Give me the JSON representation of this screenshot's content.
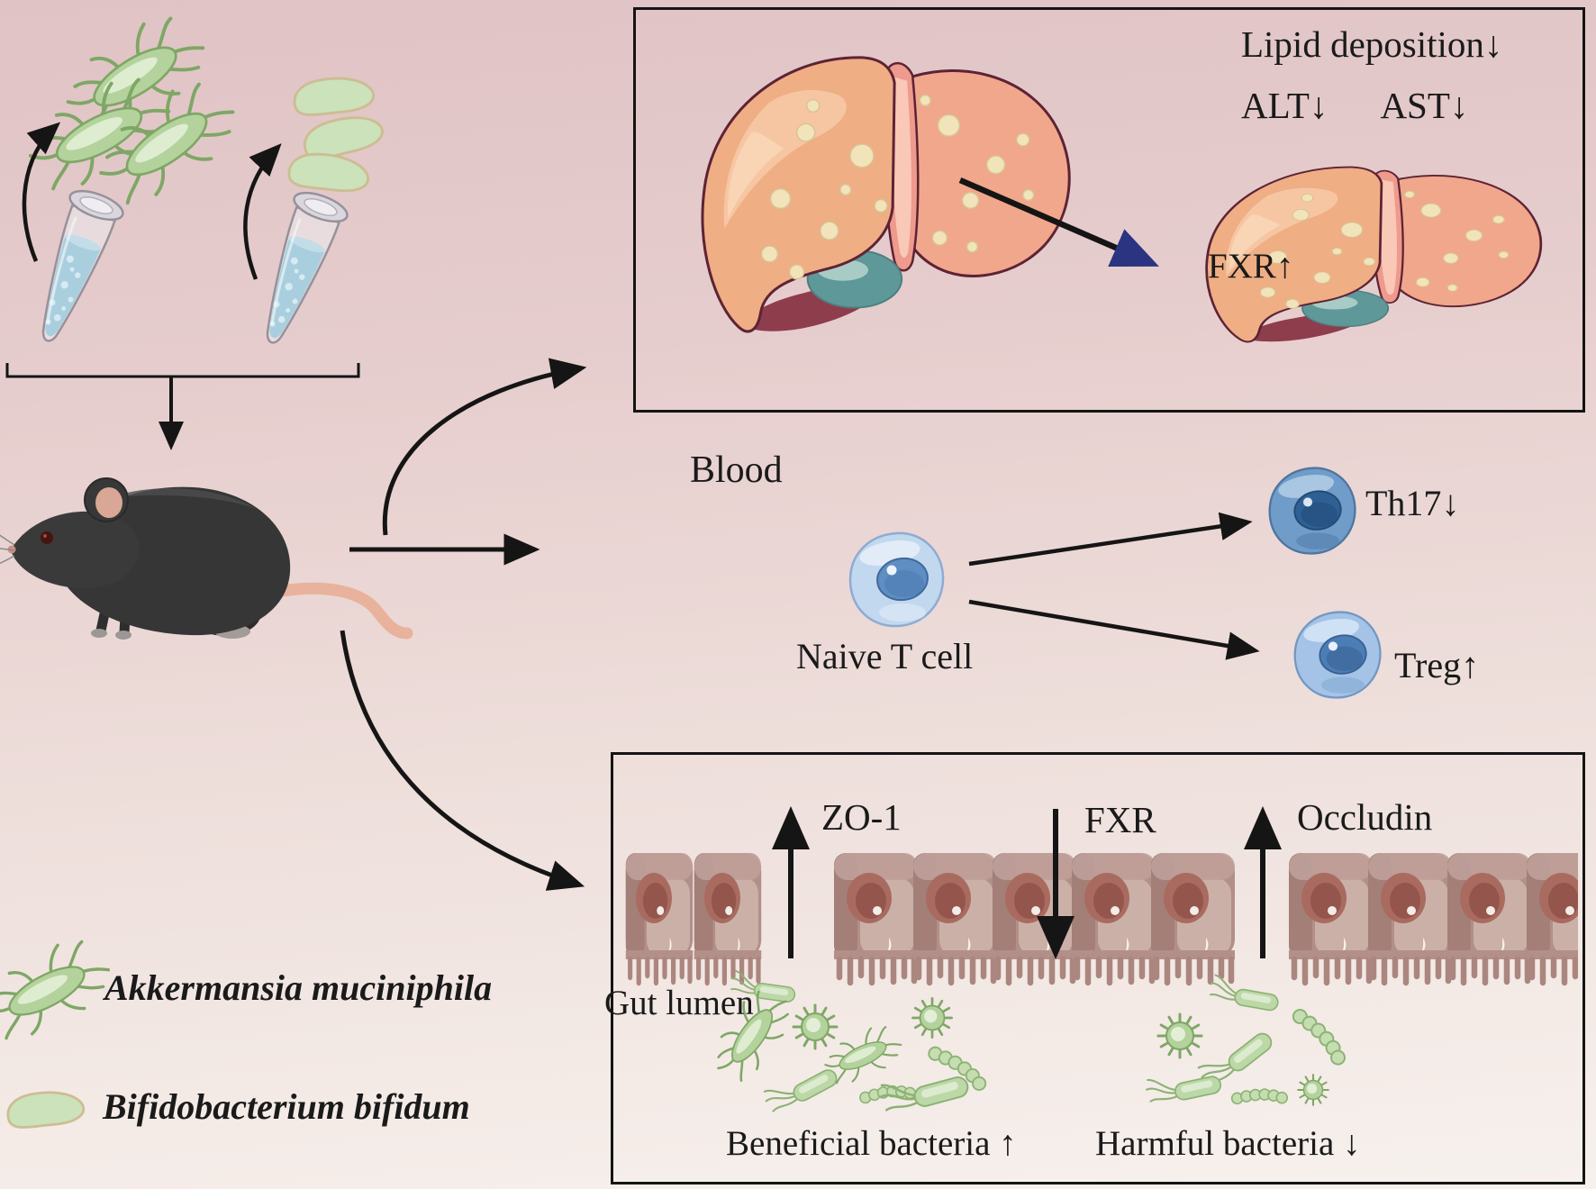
{
  "colors": {
    "background_top": "#e0c3c5",
    "background_bottom": "#f7f1ed",
    "panel_border": "#141414",
    "arrow_black": "#151515",
    "arrowhead_navy": "#2b3480",
    "bacteria_green": "#b3d29c",
    "liver_tan": "#efae84",
    "lipid_droplet": "#f1e3ba",
    "gallbladder_teal": "#5f9899",
    "t_cell_blue": "#6f9cc9",
    "epithelium_brown": "#b28f88",
    "tube_liquid_blue": "#a9cfdf"
  },
  "liver_panel": {
    "lipid_label": "Lipid deposition↓",
    "alt_label": "ALT↓",
    "ast_label": "AST↓",
    "fxr_label": "FXR↑"
  },
  "blood_section": {
    "title": "Blood",
    "naive_t_cell_label": "Naive T cell",
    "th17_label": "Th17↓",
    "treg_label": "Treg↑"
  },
  "gut_panel": {
    "zo1_label": "ZO-1",
    "fxr_label": "FXR",
    "occludin_label": "Occludin",
    "gut_lumen_label": "Gut lumen",
    "beneficial_label": "Beneficial bacteria ↑",
    "harmful_label": "Harmful bacteria ↓"
  },
  "legend": {
    "akkermansia_label": "Akkermansia muciniphila",
    "bifidobacterium_label": "Bifidobacterium bifidum"
  }
}
